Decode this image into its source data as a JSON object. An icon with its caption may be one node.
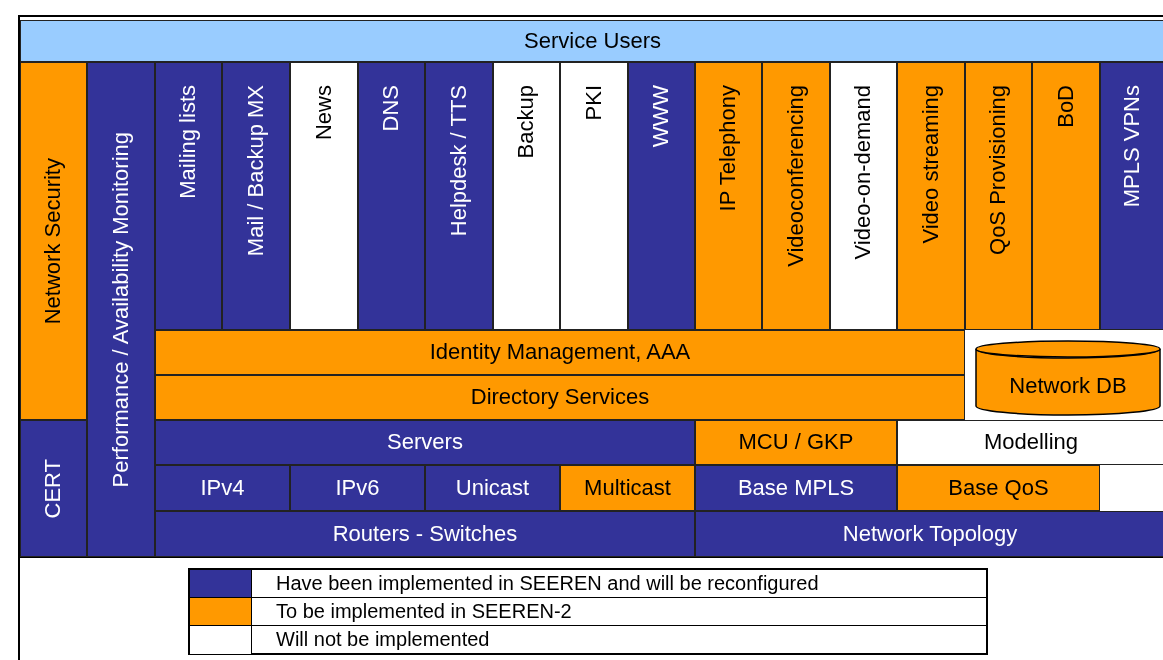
{
  "diagram": {
    "nodes": [
      {
        "text": [
          "Service Users"
        ]
      },
      {
        "text": [
          "Network Security"
        ]
      },
      {
        "text": [
          "CERT"
        ]
      },
      {
        "text": [
          "Performance / Availability Monitoring"
        ]
      },
      {
        "text": [
          "Mailing lists"
        ]
      },
      {
        "text": [
          "Mail / Backup MX"
        ]
      },
      {
        "text": [
          "News"
        ]
      },
      {
        "text": [
          "DNS"
        ]
      },
      {
        "text": [
          "Helpdesk / TTS"
        ]
      },
      {
        "text": [
          "Backup"
        ]
      },
      {
        "text": [
          "PKI"
        ]
      },
      {
        "text": [
          "WWW"
        ]
      },
      {
        "text": [
          "IP Telephony"
        ]
      },
      {
        "text": [
          "Videoconferencing"
        ]
      },
      {
        "text": [
          "Video-on-demand"
        ]
      },
      {
        "text": [
          "Video streaming"
        ]
      },
      {
        "text": [
          "QoS Provisioning"
        ]
      },
      {
        "text": [
          "BoD"
        ]
      },
      {
        "text": [
          "MPLS VPNs"
        ]
      },
      {
        "text": [
          "Identity Management, AAA"
        ]
      },
      {
        "text": [
          "Directory Services"
        ]
      },
      {
        "text": [
          "Network DB"
        ]
      },
      {
        "text": [
          "Servers"
        ]
      },
      {
        "text": [
          "MCU / GKP"
        ]
      },
      {
        "text": [
          "Modelling"
        ]
      },
      {
        "text": [
          "IPv4"
        ]
      },
      {
        "text": [
          "IPv6"
        ]
      },
      {
        "text": [
          "Unicast"
        ]
      },
      {
        "text": [
          "Multicast"
        ]
      },
      {
        "text": [
          "Base MPLS"
        ]
      },
      {
        "text": [
          "Base QoS"
        ]
      },
      {
        "text": [
          "Routers - Switches"
        ]
      },
      {
        "text": [
          "Network Topology"
        ]
      }
    ],
    "edges": [],
    "legend": [
      {
        "text": "Have been implemented in SEEREN and will be reconfigured",
        "color": "#333399"
      },
      {
        "text": "To be implemented in SEEREN-2",
        "color": "#ff9900"
      },
      {
        "text": "Will not be implemented",
        "color": "#ffffff"
      }
    ]
  }
}
